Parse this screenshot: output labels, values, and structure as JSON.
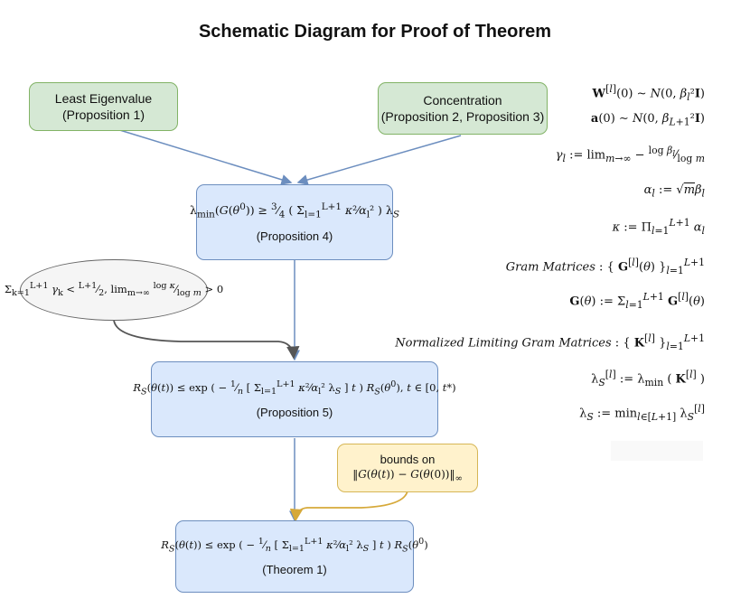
{
  "title": "Schematic Diagram for Proof of Theorem",
  "boxes": {
    "least_eigenvalue": {
      "line1": "Least Eigenvalue",
      "line2": "(Proposition 1)"
    },
    "concentration": {
      "line1": "Concentration",
      "line2": "(Proposition 2, Proposition 3)"
    },
    "prop4": {
      "formula": "λmin(G(θ⁰)) ≥ 3/4 (Σ_{l=1}^{L+1} κ²/αₗ²) λ_S",
      "caption": "(Proposition 4)"
    },
    "condition": {
      "formula": "Σ_{k=1}^{L+1} γₖ < (L+1)/2, lim_{m→∞} log κ / log m > 0"
    },
    "prop5": {
      "formula": "R_S(θ(t)) ≤ exp(−1/n [Σ_{l=1}^{L+1} κ²/αₗ² λ_S] t) R_S(θ⁰), t ∈ [0, t*)",
      "caption": "(Proposition 5)"
    },
    "bounds": {
      "line1": "bounds on",
      "formula": "‖G(θ(t)) − G(θ(0))‖∞"
    },
    "theorem1": {
      "formula": "R_S(θ(t)) ≤ exp(−1/n [Σ_{l=1}^{L+1} κ²/αₗ² λ_S] t) R_S(θ⁰)",
      "caption": "(Theorem 1)"
    }
  },
  "formulas": [
    "W^[l](0) ~ N(0, β_l² I)",
    "a(0) ~ N(0, β_{L+1}² I)",
    "γ_l := lim_{m→∞} −log β_l / log m",
    "α_l := √m β_l",
    "κ := Π_{l=1}^{L+1} α_l",
    "Gram Matrices : {G^[l](θ)}_{l=1}^{L+1}",
    "G(θ) := Σ_{l=1}^{L+1} G^[l](θ)",
    "Normalized Limiting Gram Matrices : {K^[l]}_{l=1}^{L+1}",
    "λ_S^[l] := λmin(K^[l])",
    "λ_S := min_{l∈[L+1]} λ_S^[l]"
  ],
  "colors": {
    "green_fill": "#d5e8d4",
    "green_border": "#82b366",
    "blue_fill": "#dae8fc",
    "blue_border": "#6c8ebf",
    "yellow_fill": "#fff2cc",
    "yellow_border": "#d6b656",
    "gray_fill": "#f5f5f5",
    "gray_border": "#666666",
    "arrow_blue": "#6c8ebf",
    "arrow_gray": "#555555",
    "arrow_yellow": "#d6a93a"
  }
}
